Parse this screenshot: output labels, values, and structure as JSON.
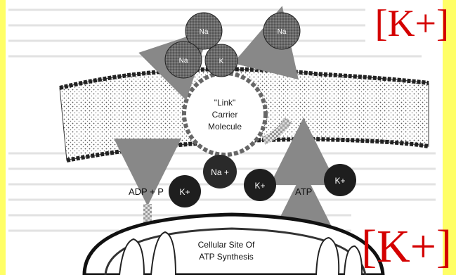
{
  "labels": {
    "k_top": "[K+]",
    "k_bottom": "[K+]",
    "na": "Na",
    "na_plus": "Na +",
    "k": "K",
    "k_plus": "K+",
    "carrier": [
      "\"Link\"",
      "Carrier",
      "Molecule"
    ],
    "adp": "ADP + P",
    "atp": "ATP",
    "synthesis": [
      "Cellular Site Of",
      "ATP Synthesis"
    ]
  },
  "colors": {
    "background": "#ffff66",
    "page": "#ffffff",
    "ion": "#4a4a4a",
    "ion_dark": "#1e1e1e",
    "label_red": "#d40000"
  }
}
